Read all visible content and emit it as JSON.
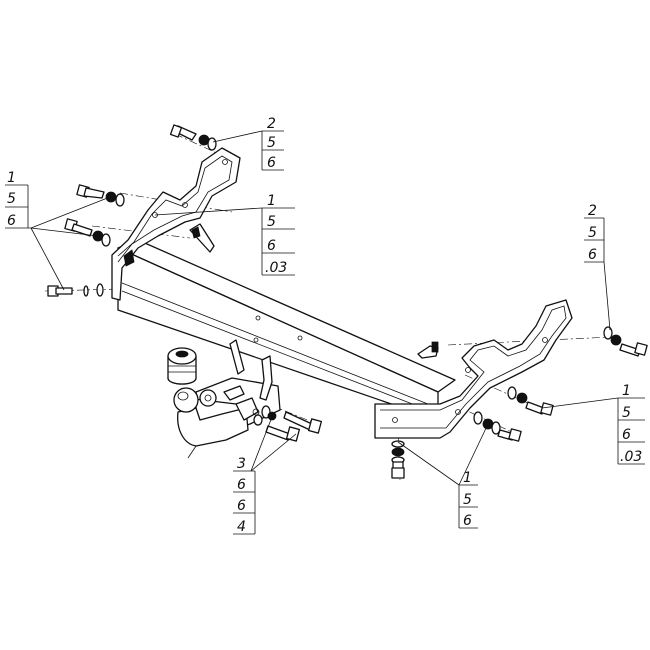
{
  "callouts": [
    {
      "id": "top-bolt",
      "lines": [
        "2",
        "5",
        "6"
      ]
    },
    {
      "id": "left-bracket",
      "lines": [
        "1",
        "5",
        "6",
        ".03"
      ]
    },
    {
      "id": "left-bolts",
      "lines": [
        "1",
        "5",
        "6"
      ]
    },
    {
      "id": "right-top-bolt",
      "lines": [
        "2",
        "5",
        "6"
      ]
    },
    {
      "id": "right-bracket",
      "lines": [
        "1",
        "5",
        "6",
        ".03"
      ]
    },
    {
      "id": "bottom-right-bolts",
      "lines": [
        "1",
        "5",
        "6"
      ]
    },
    {
      "id": "ball-mount-bolts",
      "lines": [
        "3",
        "6",
        "6",
        "4"
      ]
    }
  ]
}
